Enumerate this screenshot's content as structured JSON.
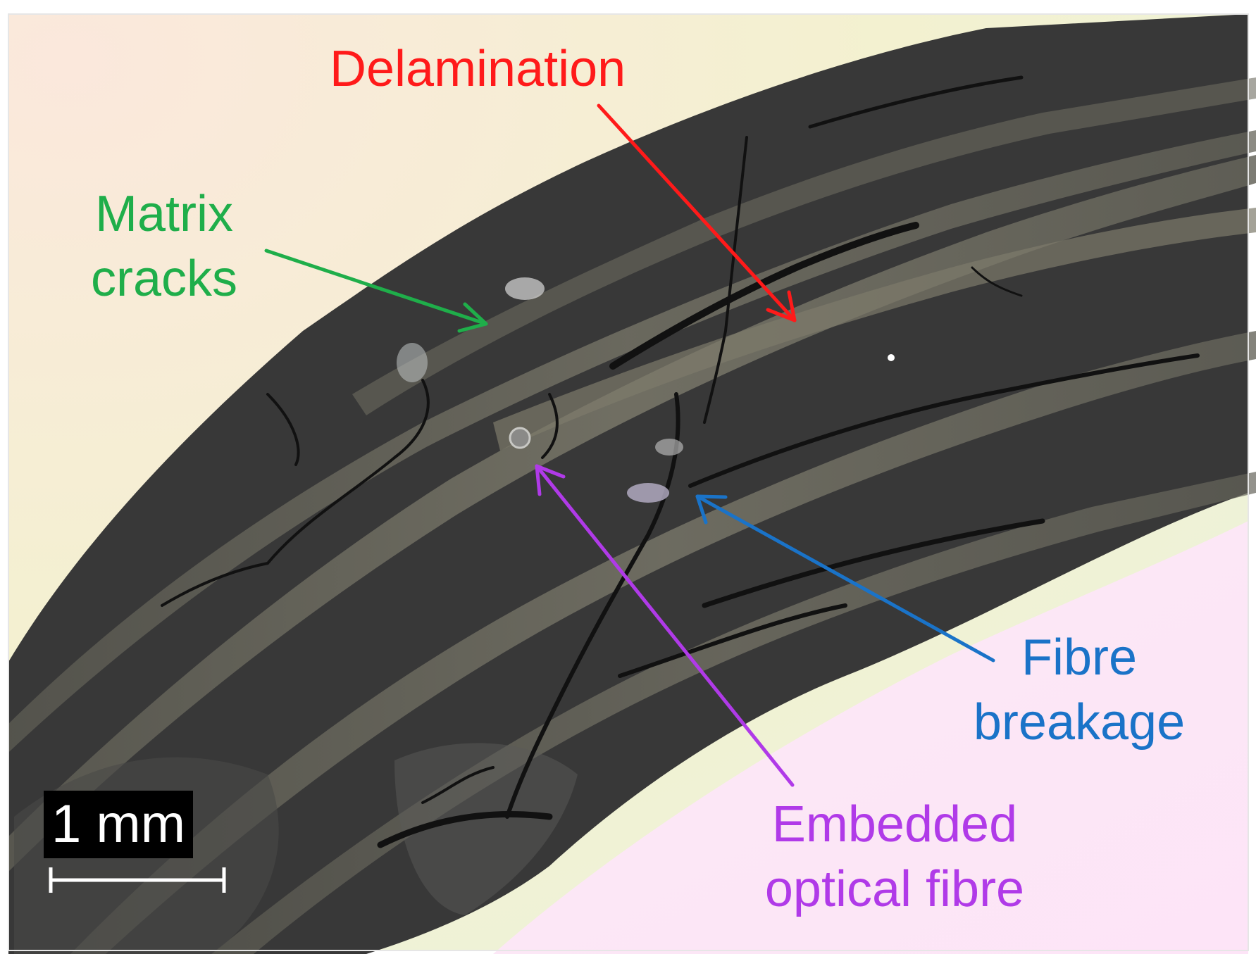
{
  "annotations": {
    "delamination": {
      "text": "Delamination",
      "color": "#ff1a1a"
    },
    "matrix_cracks": {
      "line1": "Matrix",
      "line2": "cracks",
      "color": "#1fae4a"
    },
    "fibre_breakage": {
      "line1": "Fibre",
      "line2": "breakage",
      "color": "#1a73c8"
    },
    "embedded_optical_fibre": {
      "line1": "Embedded",
      "line2": "optical fibre",
      "color": "#b03ae8"
    }
  },
  "scale_bar": {
    "label": "1 mm"
  },
  "colors": {
    "background_top": "#f6f1d4",
    "background_bottom": "#fbe8f6",
    "laminate_dark": "#3a3a3a",
    "fibre_ply": "#6e6c5e"
  }
}
